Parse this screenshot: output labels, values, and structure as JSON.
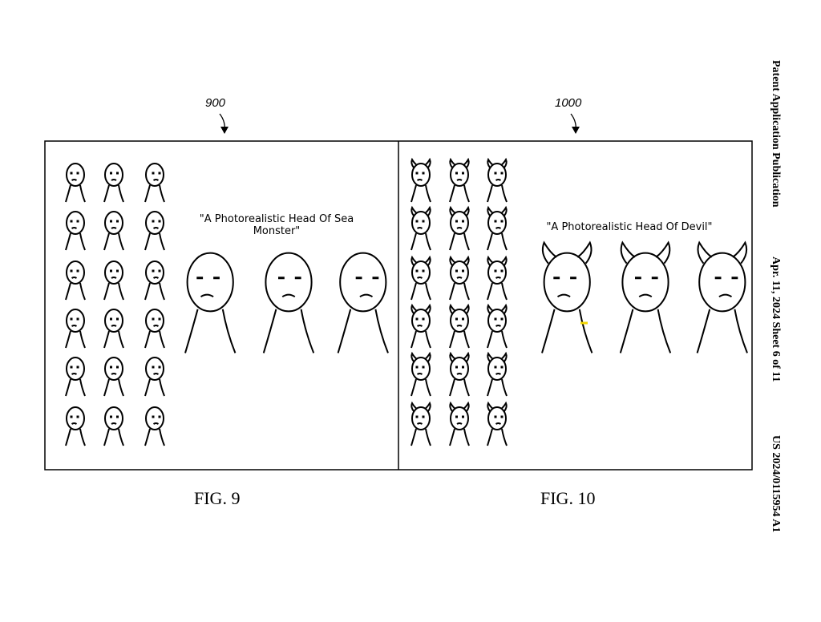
{
  "header": {
    "publication": "Patent Application Publication",
    "date_sheet": "Apr. 11, 2024  Sheet 6 of 11",
    "number": "US 2024/0115954 A1"
  },
  "figures": [
    {
      "ref": "900",
      "label": "FIG. 9",
      "prompt": "\"A Photorealistic Head Of Sea Monster\"",
      "variant": "plain",
      "grid_rows": 6,
      "grid_cols": 3,
      "large_heads": 3
    },
    {
      "ref": "1000",
      "label": "FIG. 10",
      "prompt": "\"A Photorealistic Head Of Devil\"",
      "variant": "horned",
      "grid_rows": 6,
      "grid_cols": 3,
      "large_heads": 3
    }
  ],
  "colors": {
    "line": "#000000",
    "highlight": "#f2d600"
  }
}
